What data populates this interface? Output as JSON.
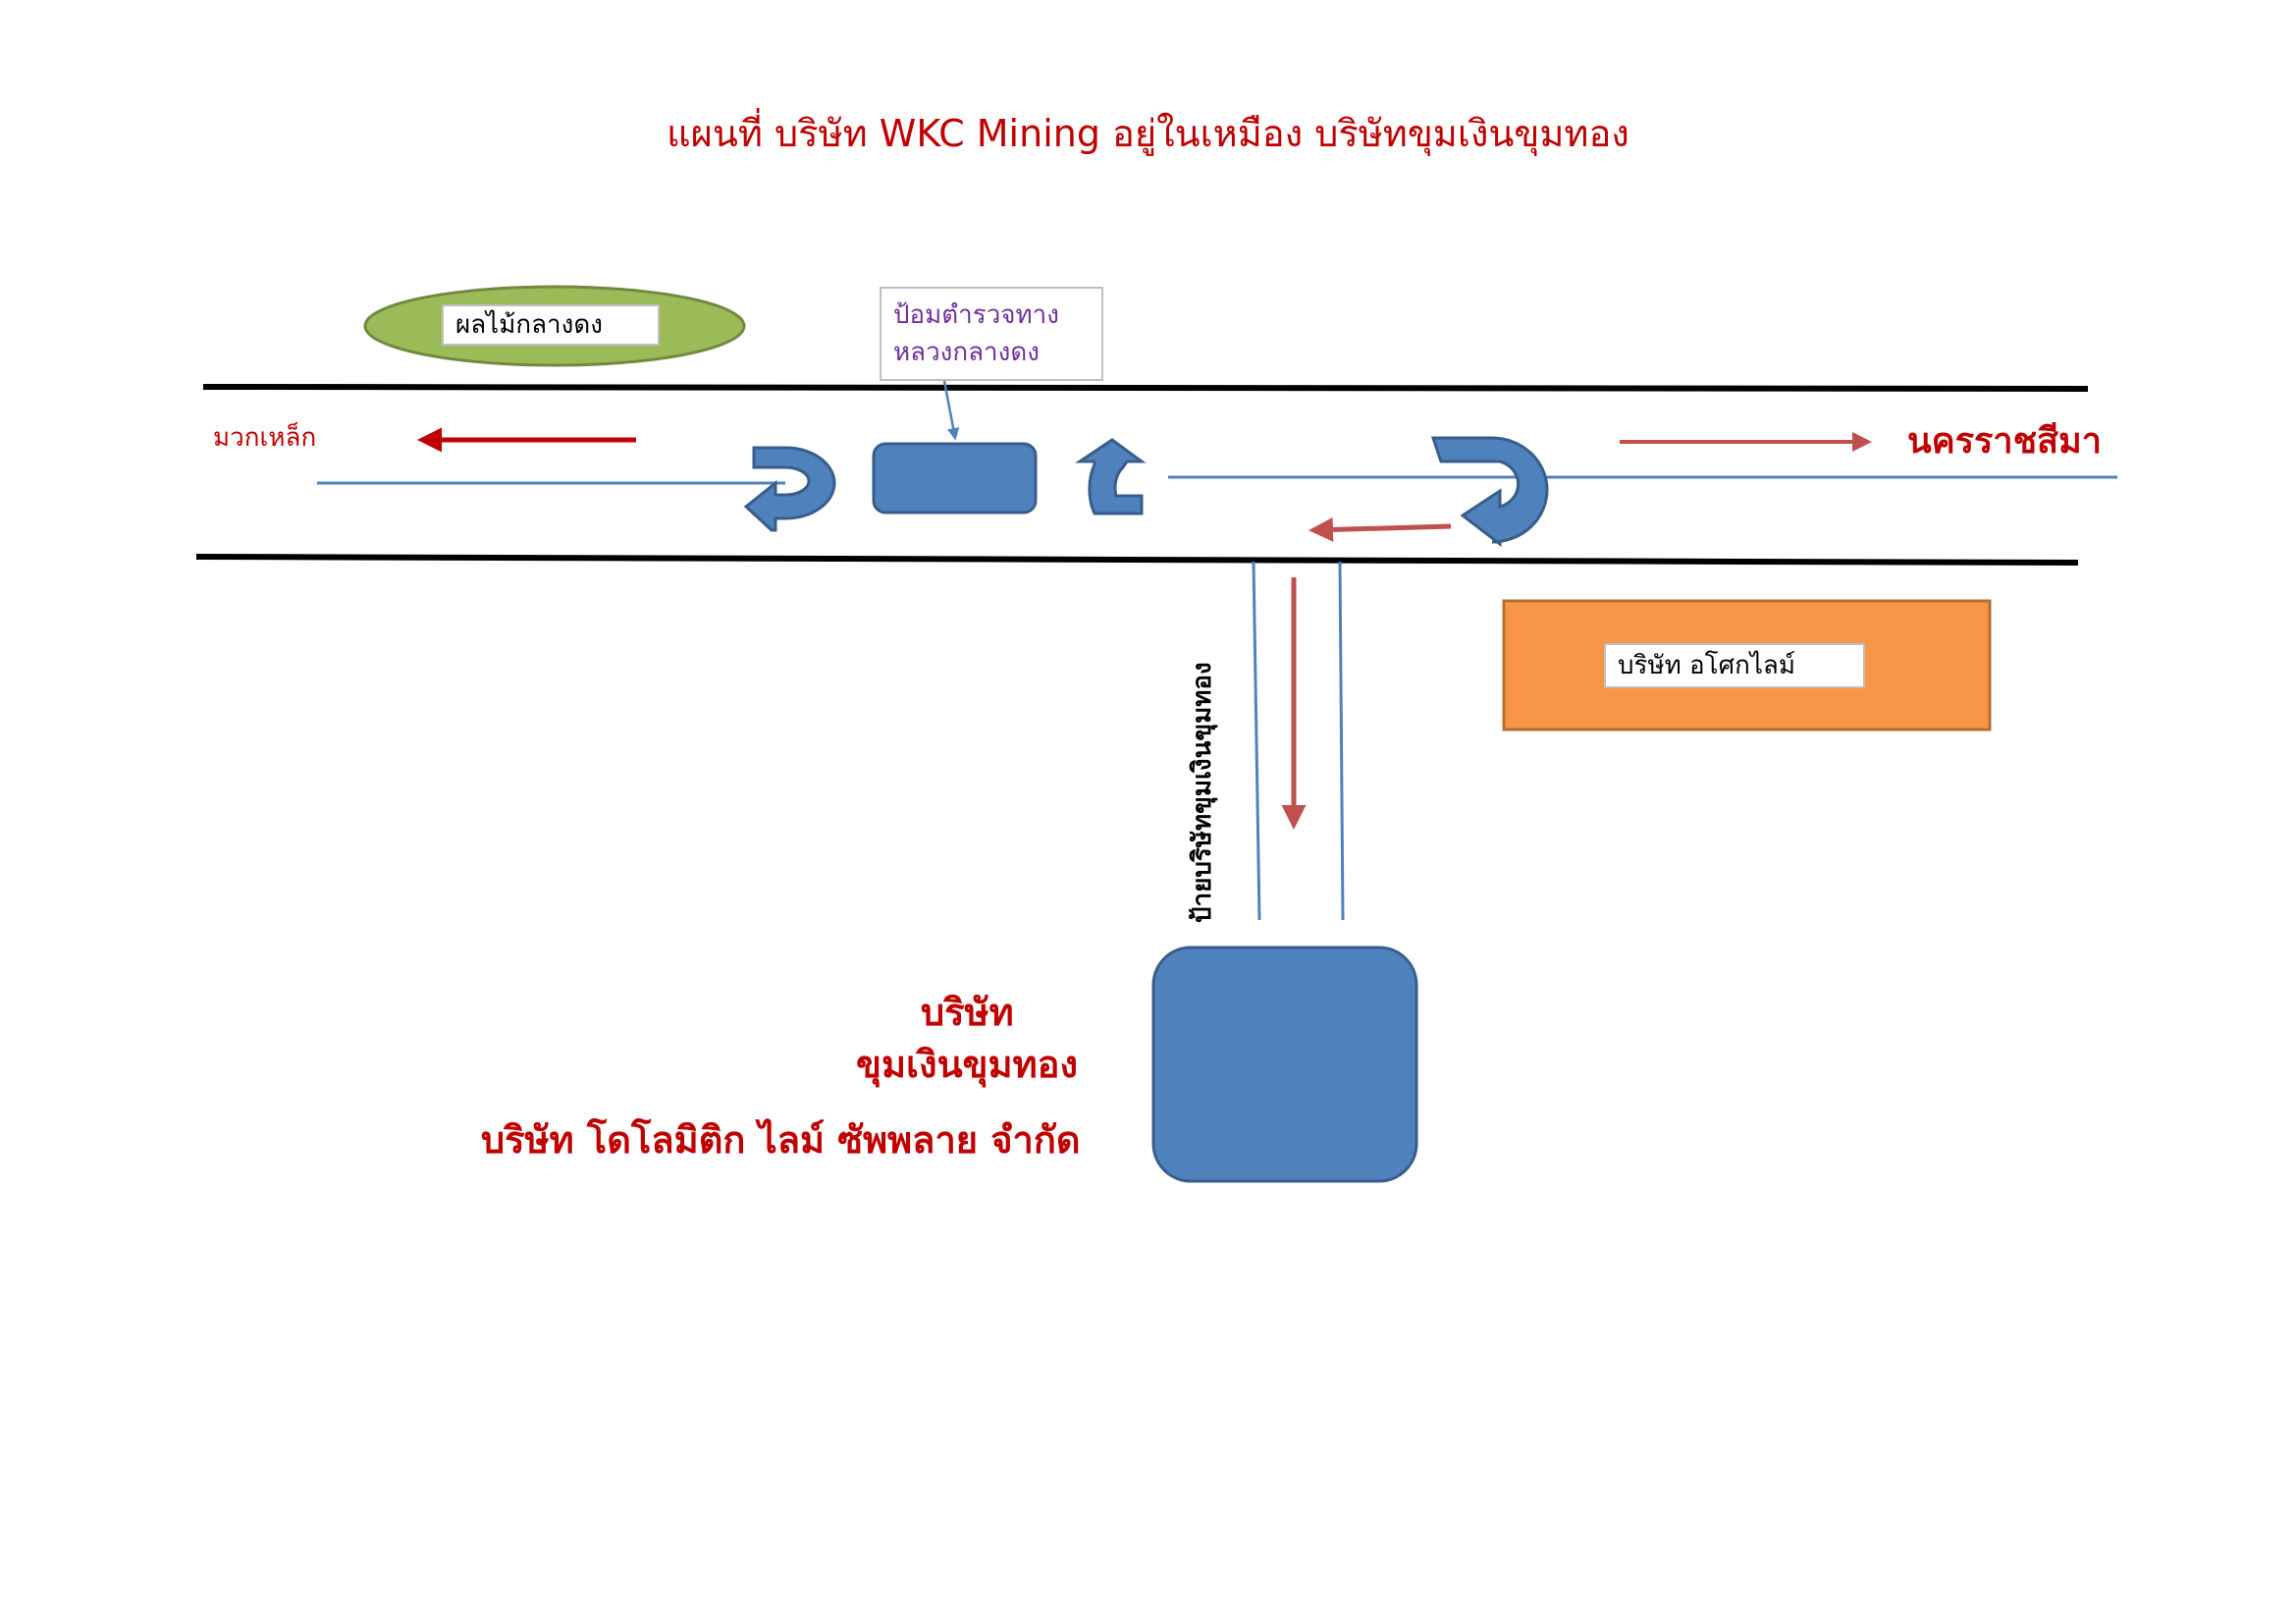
{
  "title": "แผนที่ บริษัท WKC Mining อยู่ในเหมือง บริษัทขุมเงินขุมทอง",
  "labels": {
    "left_destination": "มวกเหล็ก",
    "right_destination": "นครราชสีมา",
    "fruit_market": "ผลไม้กลางดง",
    "police_box_line1": "ป้อมตำรวจทาง",
    "police_box_line2": "หลวงกลางดง",
    "asoke_lime": "บริษัท อโศกไลม์",
    "side_road_sign": "ป้ายบริษัทขุมเงินขุมทอง",
    "company_line1": "บริษัท",
    "company_line2": "ขุมเงินขุมทอง",
    "company_line3": "บริษัท โดโลมิติก ไลม์ ซัพพลาย จำกัด"
  },
  "colors": {
    "title_red": "#c00000",
    "arrow_red": "#c0504d",
    "road_black": "#000000",
    "lane_blue": "#4f81bd",
    "shape_blue": "#4f81bd",
    "ellipse_green": "#9bbb59",
    "box_orange": "#f79646"
  },
  "icons": {
    "uturn_left": "u-turn-icon",
    "uturn_center": "curved-turn-icon",
    "uturn_right": "u-turn-icon",
    "arrows": "arrow-icon"
  }
}
